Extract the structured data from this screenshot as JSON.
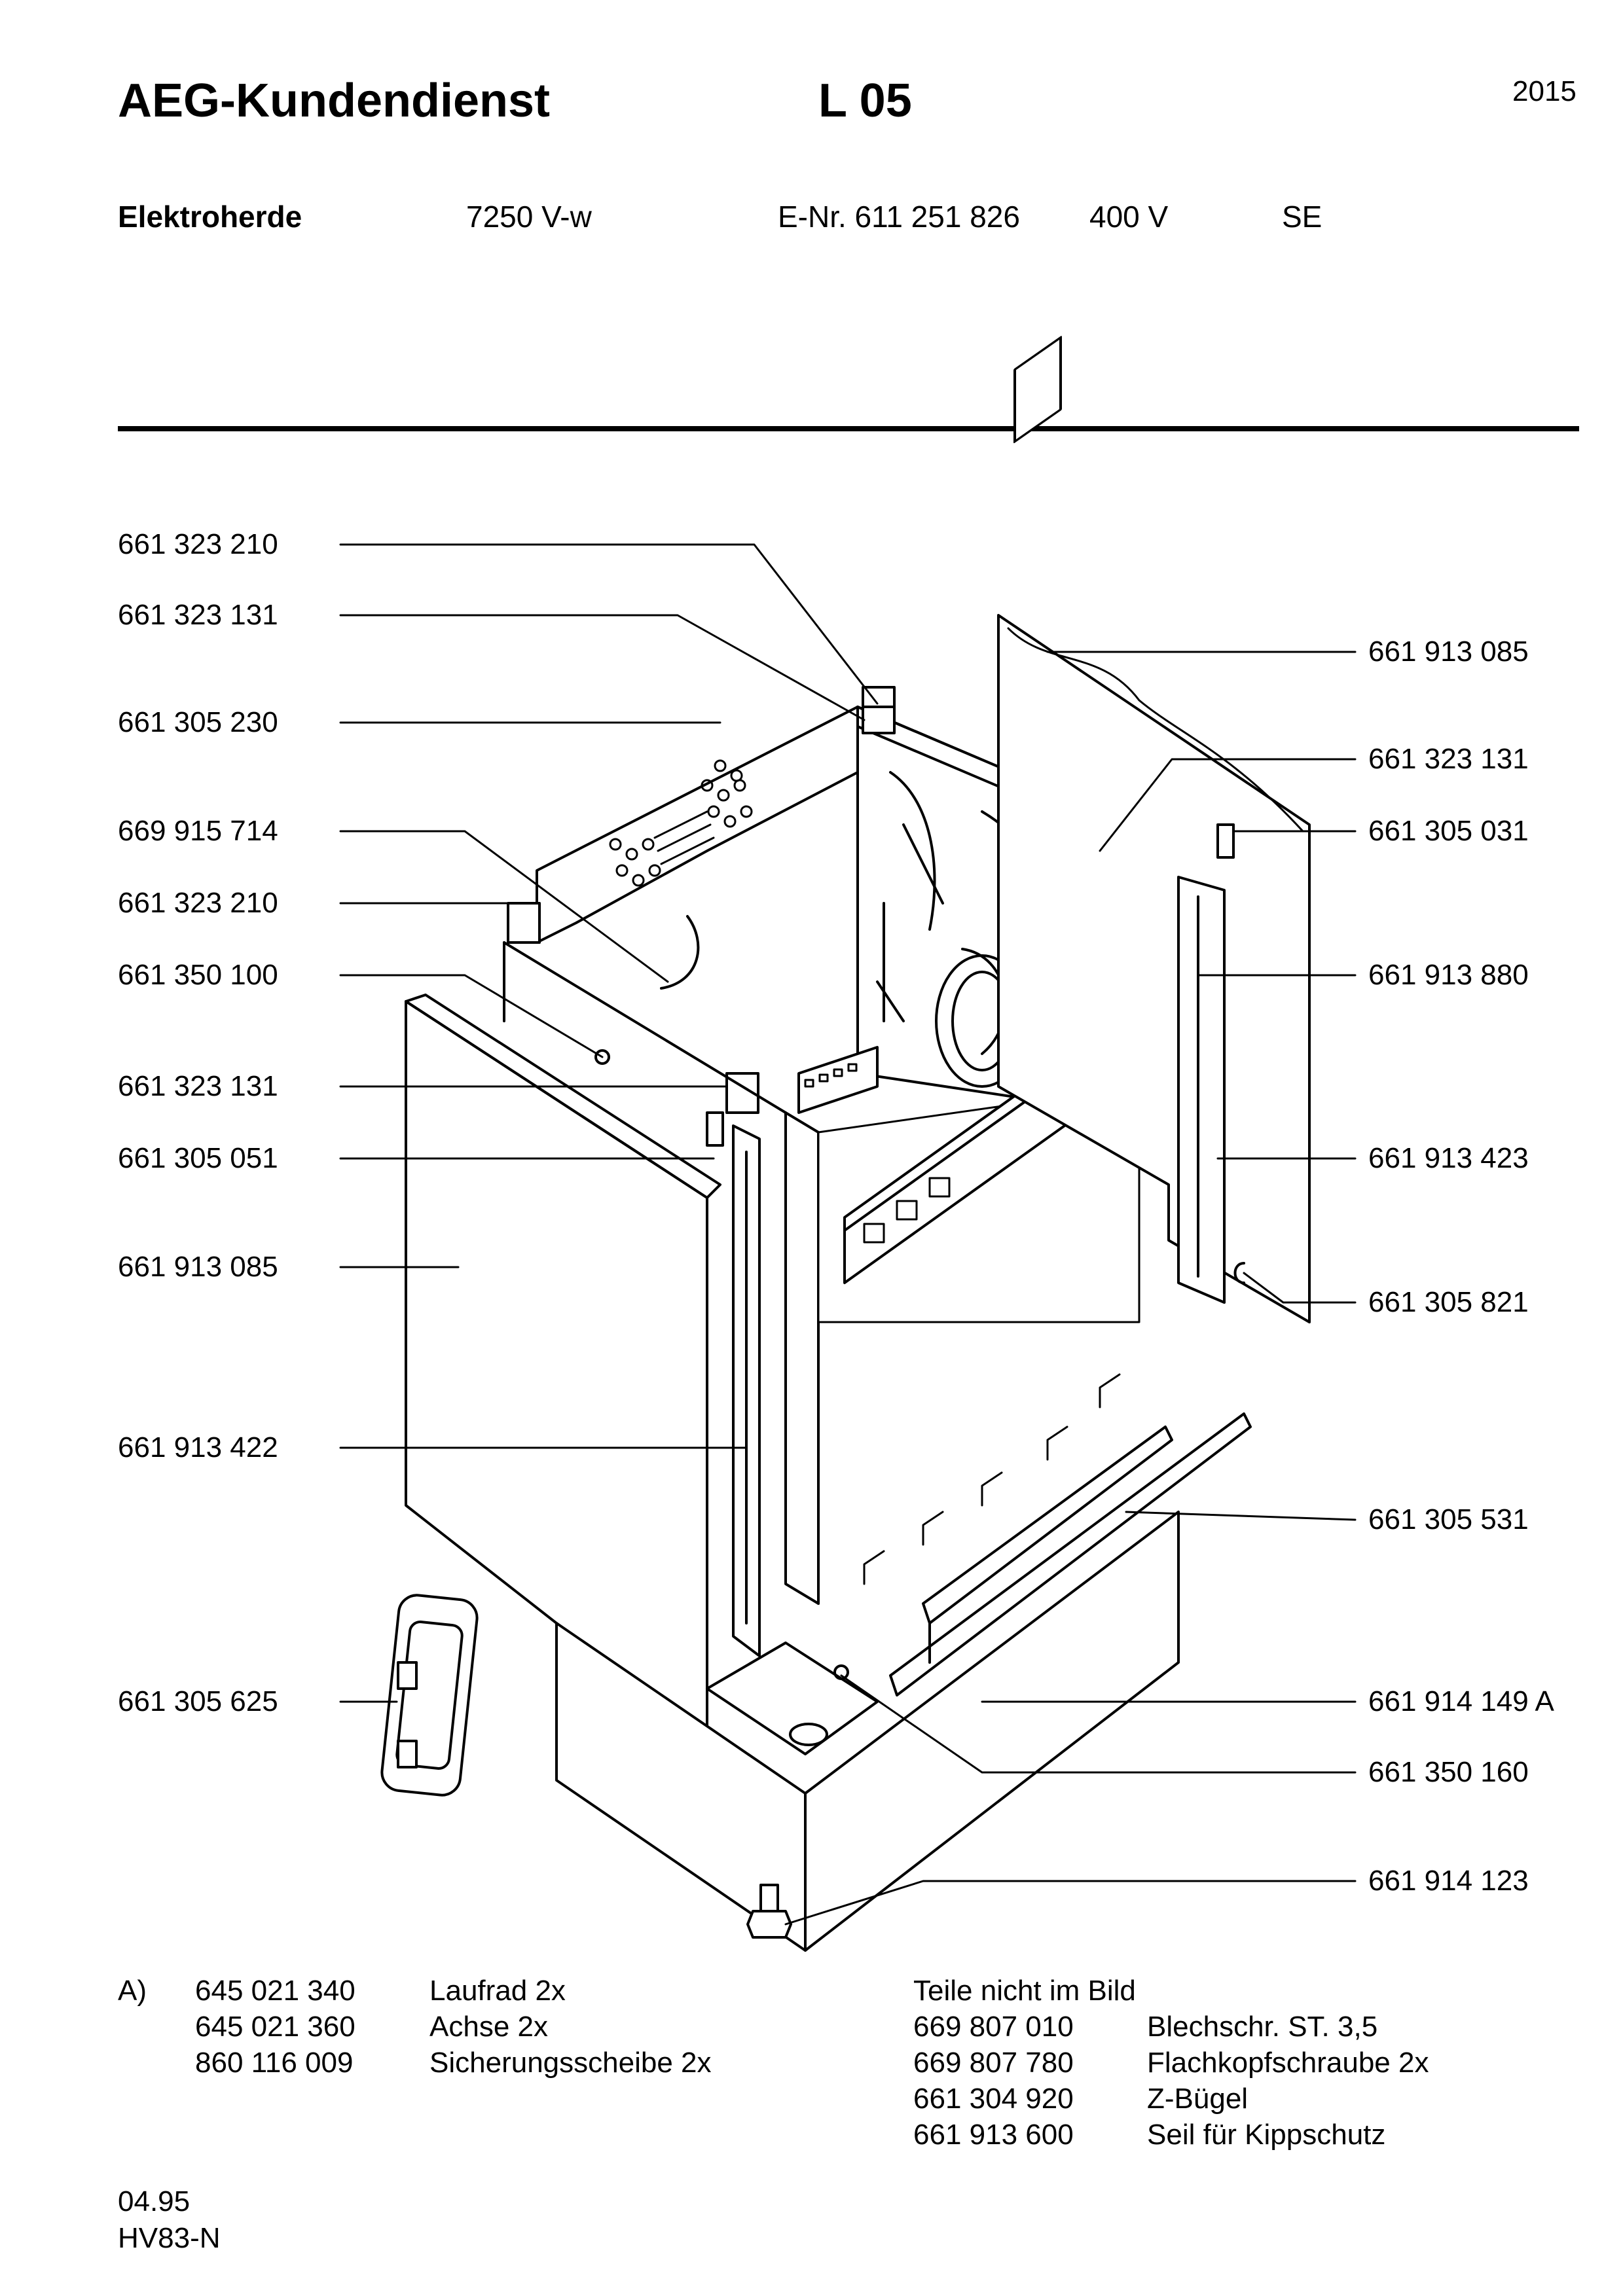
{
  "header": {
    "brand": "AEG-Kundendienst",
    "code": "L 05",
    "year": "2015"
  },
  "product": {
    "label": "Elektroherde",
    "model": "7250 V-w",
    "enr": "E-Nr. 611 251 826",
    "voltage": "400 V",
    "country": "SE"
  },
  "callouts_left": [
    "661 323 210",
    "661 323 131",
    "661 305 230",
    "669 915 714",
    "661 323 210",
    "661 350 100",
    "661 323 131",
    "661 305 051",
    "661 913 085",
    "661 913 422",
    "661 305 625"
  ],
  "callouts_right": [
    "661 913 085",
    "661 323 131",
    "661 305 031",
    "661 913 880",
    "661 913 423",
    "661 305 821",
    "661 305 531",
    "661 914 149 A",
    "661 350 160",
    "661 914 123"
  ],
  "set_a": {
    "marker": "A)",
    "items": [
      {
        "number": "645 021 340",
        "desc": "Laufrad  2x"
      },
      {
        "number": "645 021 360",
        "desc": "Achse  2x"
      },
      {
        "number": "860 116 009",
        "desc": "Sicherungsscheibe  2x"
      }
    ]
  },
  "not_shown": {
    "heading": "Teile nicht im Bild",
    "items": [
      {
        "number": "669 807 010",
        "desc": "Blechschr. ST. 3,5"
      },
      {
        "number": "669 807 780",
        "desc": "Flachkopfschraube  2x"
      },
      {
        "number": "661 304 920",
        "desc": "Z-Bügel"
      },
      {
        "number": "661 913 600",
        "desc": "Seil für Kippschutz"
      }
    ]
  },
  "footer": {
    "date": "04.95",
    "code": "HV83-N"
  }
}
